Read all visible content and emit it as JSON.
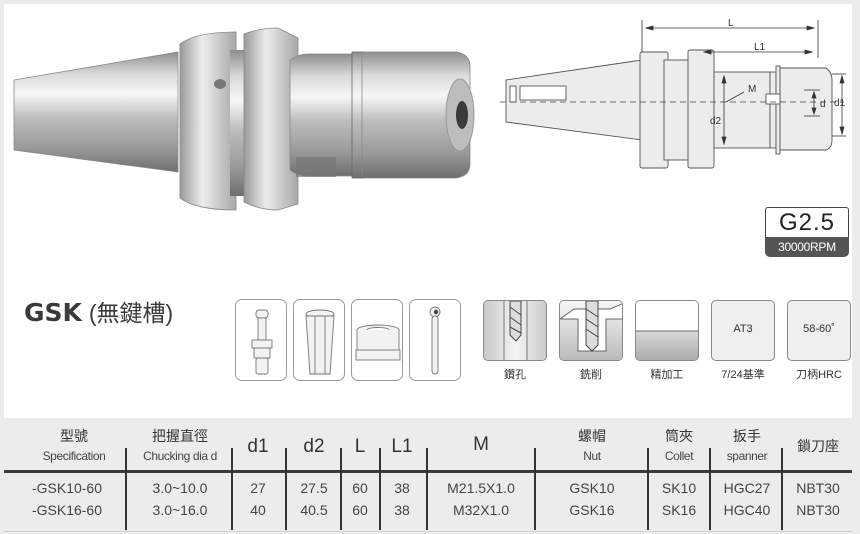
{
  "product": {
    "model_title": "GSK",
    "model_subtitle": "(無鍵槽)"
  },
  "badge": {
    "grade": "G2.5",
    "rpm": "30000RPM"
  },
  "drawing": {
    "labels": {
      "L": "L",
      "L1": "L1",
      "M": "M",
      "d": "d",
      "d1": "d1",
      "d2": "d2"
    }
  },
  "accessories": [
    {
      "name": "pull-stud"
    },
    {
      "name": "collet"
    },
    {
      "name": "nut"
    },
    {
      "name": "spanner"
    }
  ],
  "features": [
    {
      "label": "鑽孔",
      "text": ""
    },
    {
      "label": "銑削",
      "text": ""
    },
    {
      "label": "精加工",
      "text": ""
    },
    {
      "label": "7/24基準",
      "text": "AT3"
    },
    {
      "label": "刀柄HRC",
      "text": "58-60˚"
    }
  ],
  "table": {
    "headers": [
      {
        "zh": "型號",
        "en": "Specification"
      },
      {
        "zh": "把握直徑",
        "en": "Chucking dia d"
      },
      {
        "big": "d1"
      },
      {
        "big": "d2"
      },
      {
        "big": "L"
      },
      {
        "big": "L1"
      },
      {
        "big": "M"
      },
      {
        "zh": "螺帽",
        "en": "Nut"
      },
      {
        "zh": "筒夾",
        "en": "Collet"
      },
      {
        "zh": "扳手",
        "en": "spanner"
      },
      {
        "zh_only": "鎖刀座"
      }
    ],
    "rows": [
      [
        "-GSK10-60",
        "3.0~10.0",
        "27",
        "27.5",
        "60",
        "38",
        "M21.5X1.0",
        "GSK10",
        "SK10",
        "HGC27",
        "NBT30"
      ],
      [
        "-GSK16-60",
        "3.0~16.0",
        "40",
        "40.5",
        "60",
        "38",
        "M32X1.0",
        "GSK16",
        "SK16",
        "HGC40",
        "NBT30"
      ]
    ]
  },
  "colors": {
    "background": "#ececec",
    "panel": "#ffffff",
    "rule": "#3b3b3b",
    "badge_dark": "#555555"
  }
}
